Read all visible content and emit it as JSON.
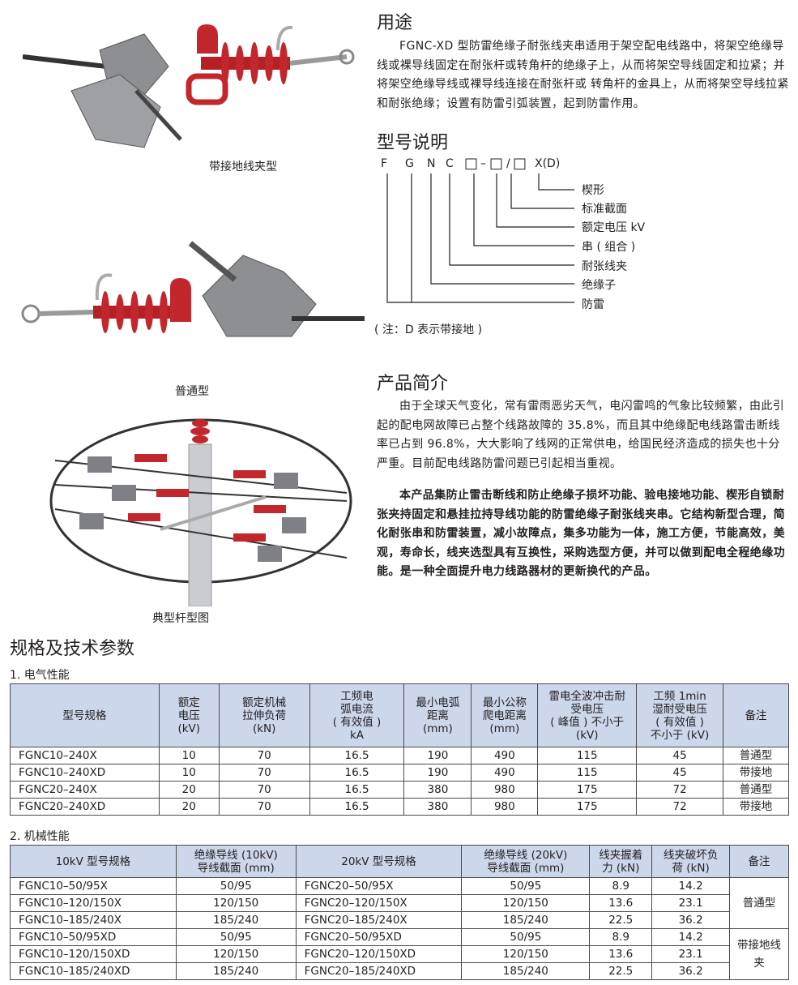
{
  "images": {
    "clamp_ground_caption": "带接地线夹型",
    "clamp_normal_caption": "普通型",
    "pole_caption": "典型杆型图"
  },
  "usage": {
    "title": "用途",
    "text": "FGNC-XD 型防雷绝缘子耐张线夹串适用于架空配电线路中，将架空绝缘导线或裸导线固定在耐张杆或转角杆的绝缘子上，从而将架空导线固定和拉紧；并将架空绝缘导线或裸导线连接在耐张杆或 转角杆的金具上，从而将架空导线拉紧和耐张绝缘；设置有防雷引弧装置，起到防雷作用。"
  },
  "model": {
    "title": "型号说明",
    "code": [
      "F",
      "G",
      "N",
      "C",
      "□",
      "–",
      "□",
      "/",
      "□",
      "X(D)"
    ],
    "labels": [
      "楔形",
      "标准截面",
      "额定电压 kV",
      "串 ( 组合 )",
      "耐张线夹",
      "绝缘子",
      "防雷"
    ],
    "note": "( 注：D 表示带接地 )"
  },
  "intro": {
    "title": "产品简介",
    "p1": "由于全球天气变化，常有雷雨恶劣天气，电闪雷鸣的气象比较频繁，由此引起的配电网故障已占整个线路故障的 35.8%，而且其中绝缘配电线路雷击断线率已占到 96.8%，大大影响了线网的正常供电，给国民经济造成的损失也十分严重。目前配电线路防雷问题已引起相当重视。",
    "p2": "本产品集防止雷击断线和防止绝缘子损坏功能、验电接地功能、楔形自锁耐张夹持固定和悬挂拉持导线功能的防雷绝缘子耐张线夹串。它结构新型合理，简化耐张串和防雷装置，减小故障点，集多功能为一体，施工方便，节能高效，美观，寿命长，线夹选型具有互换性，采购选型方便，并可以做到配电全程绝缘功能。是一种全面提升电力线路器材的更新换代的产品。"
  },
  "specs": {
    "title": "规格及技术参数",
    "electrical": {
      "title": "1. 电气性能",
      "headers": [
        "型号规格",
        "额定\n电压\n(kV)",
        "额定机械\n拉伸负荷\n(kN)",
        "工频电\n弧电流\n( 有效值 )\nkA",
        "最小电弧\n距离\n(mm)",
        "最小公称\n爬电距离\n(mm)",
        "雷电全波冲击耐\n受电压\n( 峰值 ) 不小于\n(kV)",
        "工频 1min\n湿耐受电压\n( 有效值 )\n不小于 (kV)",
        "备注"
      ],
      "rows": [
        [
          "FGNC10–240X",
          "10",
          "70",
          "16.5",
          "190",
          "490",
          "115",
          "45",
          "普通型"
        ],
        [
          "FGNC10–240XD",
          "10",
          "70",
          "16.5",
          "190",
          "490",
          "115",
          "45",
          "带接地"
        ],
        [
          "FGNC20–240X",
          "20",
          "70",
          "16.5",
          "380",
          "980",
          "175",
          "72",
          "普通型"
        ],
        [
          "FGNC20–240XD",
          "20",
          "70",
          "16.5",
          "380",
          "980",
          "175",
          "72",
          "带接地"
        ]
      ]
    },
    "mechanical": {
      "title": "2. 机械性能",
      "headers": [
        "10kV 型号规格",
        "绝缘导线 (10kV)\n导线截面 (mm)",
        "20kV 型号规格",
        "绝缘导线 (20kV)\n导线截面 (mm)",
        "线夹握着\n力 (kN)",
        "线夹破坏负\n荷 (kN)",
        "备注"
      ],
      "rows": [
        [
          "FGNC10–50/95X",
          "50/95",
          "FGNC20–50/95X",
          "50/95",
          "8.9",
          "14.2"
        ],
        [
          "FGNC10–120/150X",
          "120/150",
          "FGNC20–120/150X",
          "120/150",
          "13.6",
          "23.1"
        ],
        [
          "FGNC10–185/240X",
          "185/240",
          "FGNC20–185/240X",
          "185/240",
          "22.5",
          "36.2"
        ],
        [
          "FGNC10–50/95XD",
          "50/95",
          "FGNC20–50/95XD",
          "50/95",
          "8.9",
          "14.2"
        ],
        [
          "FGNC10–120/150XD",
          "120/150",
          "FGNC20–120/150XD",
          "120/150",
          "13.6",
          "23.1"
        ],
        [
          "FGNC10–185/240XD",
          "185/240",
          "FGNC20–185/240XD",
          "185/240",
          "22.5",
          "36.2"
        ]
      ],
      "remarks": [
        "普通型",
        "带接地线\n夹"
      ]
    }
  }
}
